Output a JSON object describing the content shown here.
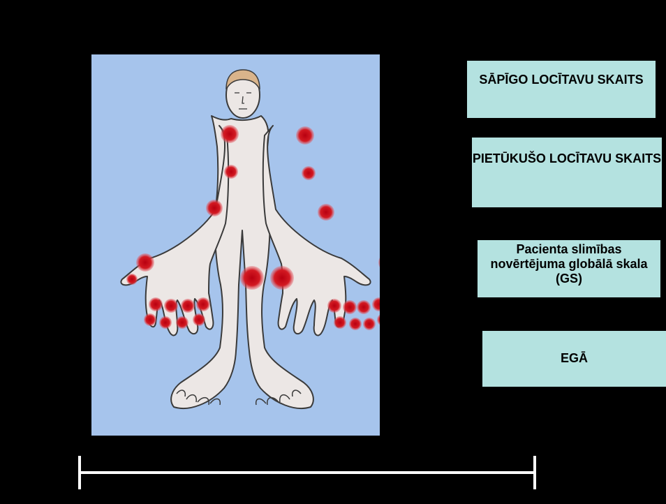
{
  "labels": {
    "painful_joints": "SĀPĪGO LOCĪTAVU SKAITS",
    "swollen_joints": "PIETŪKUŠO LOCĪTAVU SKAITS",
    "patient_global": "Pacienta slimības novērtējuma globālā skala (GS)",
    "esr": "EGĀ"
  },
  "colors": {
    "background": "#000000",
    "figure_background": "#a6c4ec",
    "body_fill": "#ece7e5",
    "joint_highlight": "#c8101a",
    "label_box": "#b4e2e0"
  },
  "icons": {
    "figure": "human-body-joint-diagram-icon",
    "scale": "visual-analog-scale-line"
  }
}
